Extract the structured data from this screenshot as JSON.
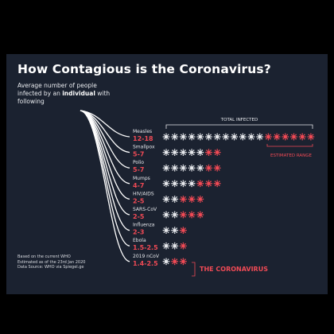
{
  "title": "How Contagious is the Coronavirus?",
  "subtitle": {
    "before": "Average number of people infected by an ",
    "bold": "individual",
    "after": " with following"
  },
  "source": {
    "line1": "Based on the current WHO",
    "line2": "Estimated as of the 23rd Jan 2020",
    "line3": "Data Source: WHO via Spiegel.ge"
  },
  "colors": {
    "background": "#1b2230",
    "certain": "#e6e8ec",
    "estimated": "#f04a55",
    "accent": "#f04a55"
  },
  "chart_data": {
    "type": "pictograph",
    "header_label": "TOTAL INFECTED",
    "estimated_label": "ESTIMATED RANGE",
    "highlight_label": "THE CORONAVIRUS",
    "diseases": [
      {
        "name": "Measles",
        "range": "12-18",
        "low": 12,
        "high": 18
      },
      {
        "name": "Smallpox",
        "range": "5-7",
        "low": 5,
        "high": 7
      },
      {
        "name": "Polio",
        "range": "5-7",
        "low": 5,
        "high": 7
      },
      {
        "name": "Mumps",
        "range": "4-7",
        "low": 4,
        "high": 7
      },
      {
        "name": "HIV/AIDS",
        "range": "2-5",
        "low": 2,
        "high": 5
      },
      {
        "name": "SARS-CoV",
        "range": "2-5",
        "low": 2,
        "high": 5
      },
      {
        "name": "Influenza",
        "range": "2-3",
        "low": 2,
        "high": 3
      },
      {
        "name": "Ebola",
        "range": "1.5-2.5",
        "low": 1.5,
        "high": 2.5
      },
      {
        "name": "2019 nCoV",
        "range": "1.4-2.5",
        "low": 1.4,
        "high": 2.5
      }
    ]
  }
}
